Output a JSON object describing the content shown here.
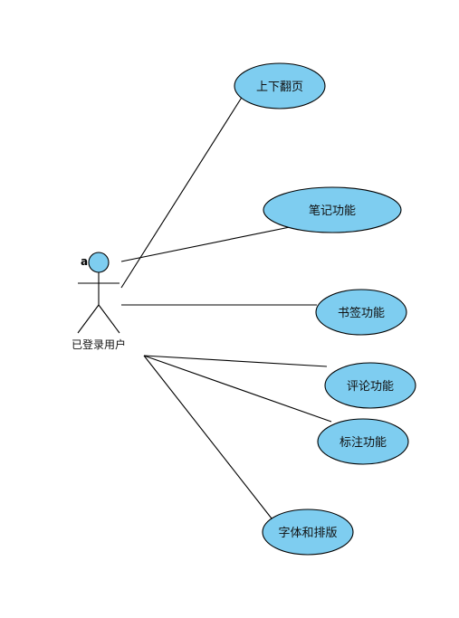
{
  "colors": {
    "usecase_fill": "#7ecdf0",
    "actor_head_fill": "#7ecdf0",
    "stroke": "#000000"
  },
  "actor": {
    "label": "已登录用户",
    "marker": "a"
  },
  "use_cases": [
    {
      "label": "上下翻页"
    },
    {
      "label": "笔记功能"
    },
    {
      "label": "书签功能"
    },
    {
      "label": "评论功能"
    },
    {
      "label": "标注功能"
    },
    {
      "label": "字体和排版"
    }
  ]
}
